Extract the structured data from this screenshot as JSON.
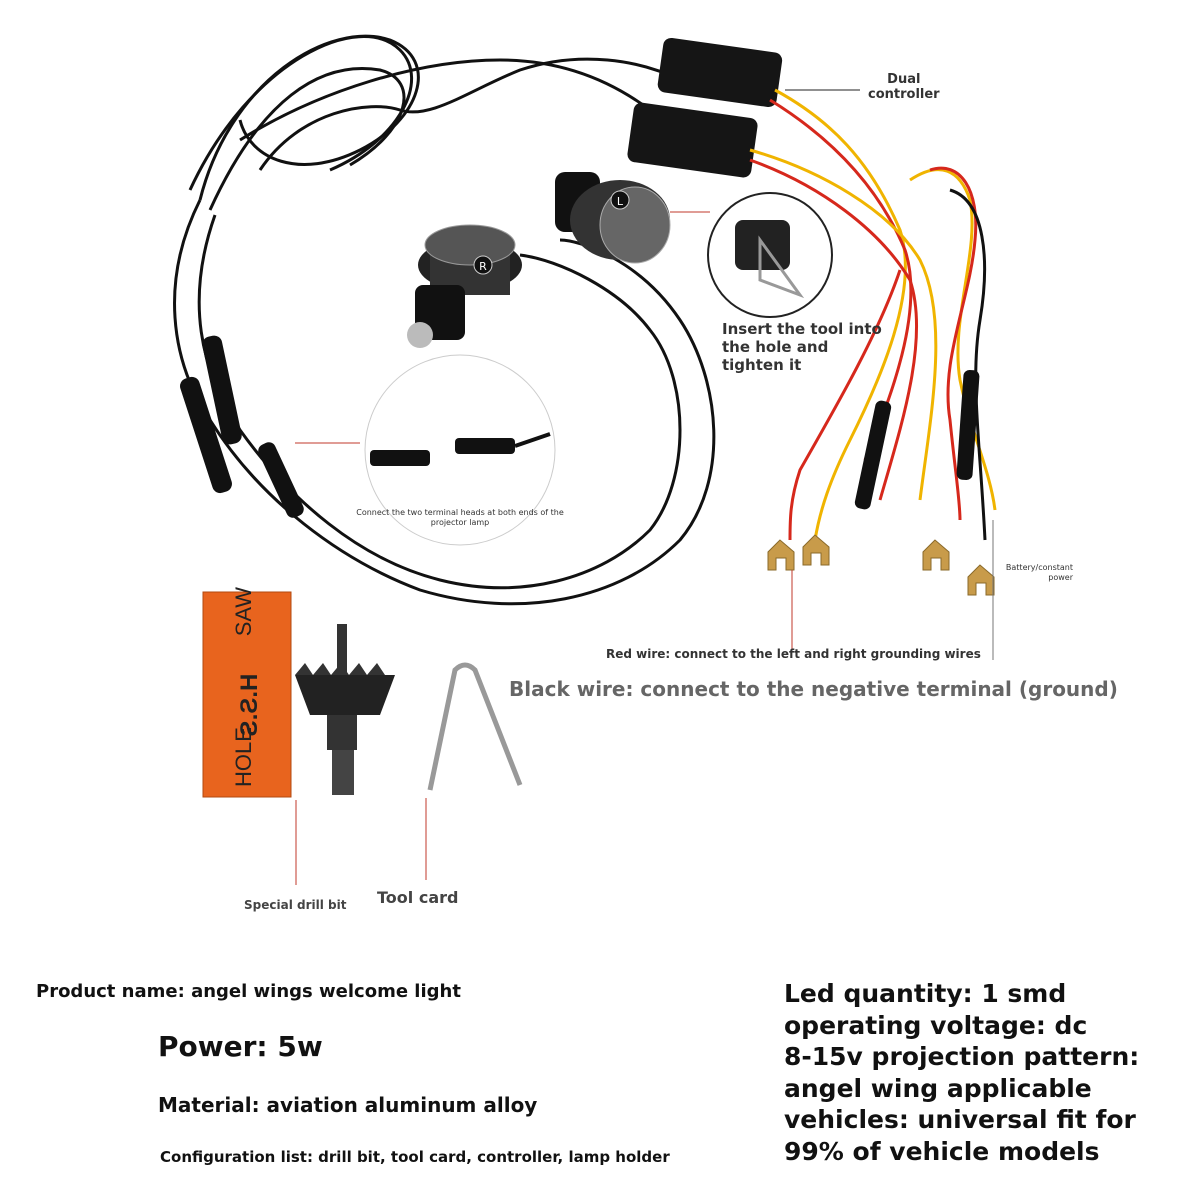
{
  "callouts": {
    "dual_controller": [
      "Dual",
      "controller"
    ],
    "insert_tool": [
      "Insert the tool into",
      "the hole and",
      "tighten it"
    ],
    "connect_heads": [
      "Connect the two terminal heads at both ends of the",
      "projector lamp"
    ],
    "battery": [
      "Battery/constant",
      "power"
    ],
    "red_wire": "Red wire: connect to the left and right grounding wires",
    "black_wire": "Black wire: connect to the negative terminal (ground)",
    "drill_bit": "Special drill bit",
    "tool_card": "Tool card"
  },
  "package": {
    "line1": "HOLE",
    "line2": "SAW",
    "line3": "H.S.S"
  },
  "lamp_marks": {
    "left": "R",
    "right": "L"
  },
  "specs": {
    "product_name": "Product name: angel wings welcome light",
    "power": "Power: 5w",
    "material": "Material: aviation aluminum alloy",
    "config": "Configuration list: drill bit, tool card, controller, lamp holder",
    "right_lines": [
      "Led quantity: 1 smd",
      "operating voltage: dc",
      "8-15v projection pattern:",
      "angel wing applicable",
      "vehicles: universal fit for",
      "99% of vehicle models"
    ]
  },
  "colors": {
    "cable": "#111111",
    "red_wire": "#d6281c",
    "yellow_wire": "#f0b400",
    "package_orange": "#e8641e",
    "callout_line": "#c0392b"
  }
}
